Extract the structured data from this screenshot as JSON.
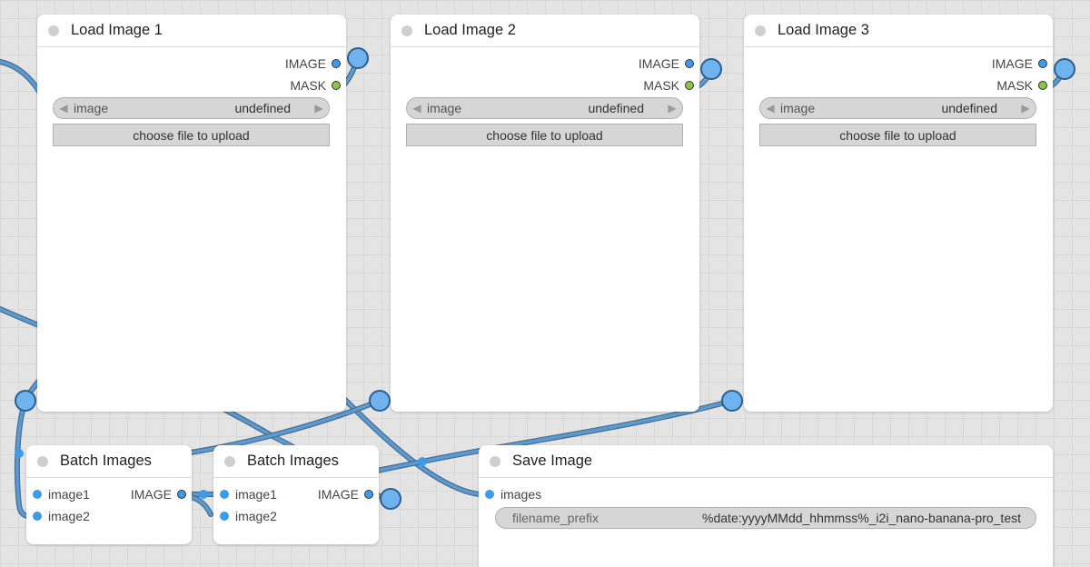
{
  "load_nodes": [
    {
      "title": "Load Image 1",
      "outputs": [
        {
          "label": "IMAGE",
          "color": "#3d9be9"
        },
        {
          "label": "MASK",
          "color": "#8bc34a"
        }
      ],
      "image_widget": {
        "name": "image",
        "value": "undefined"
      },
      "upload_label": "choose file to upload"
    },
    {
      "title": "Load Image 2",
      "outputs": [
        {
          "label": "IMAGE",
          "color": "#3d9be9"
        },
        {
          "label": "MASK",
          "color": "#8bc34a"
        }
      ],
      "image_widget": {
        "name": "image",
        "value": "undefined"
      },
      "upload_label": "choose file to upload"
    },
    {
      "title": "Load Image 3",
      "outputs": [
        {
          "label": "IMAGE",
          "color": "#3d9be9"
        },
        {
          "label": "MASK",
          "color": "#8bc34a"
        }
      ],
      "image_widget": {
        "name": "image",
        "value": "undefined"
      },
      "upload_label": "choose file to upload"
    }
  ],
  "batch_nodes": [
    {
      "title": "Batch Images",
      "inputs": [
        "image1",
        "image2"
      ],
      "output": "IMAGE"
    },
    {
      "title": "Batch Images",
      "inputs": [
        "image1",
        "image2"
      ],
      "output": "IMAGE"
    }
  ],
  "save_node": {
    "title": "Save Image",
    "input": "images",
    "filename_prefix": {
      "name": "filename_prefix",
      "value": "%date:yyyyMMdd_hhmmss%_i2i_nano-banana-pro_test"
    }
  },
  "colors": {
    "wire": "#5b9bd5",
    "image_slot": "#3d9be9",
    "mask_slot": "#8bc34a",
    "canvas_bg": "#e4e4e4"
  }
}
